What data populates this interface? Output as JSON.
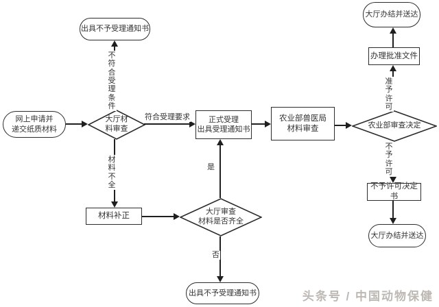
{
  "flowchart": {
    "nodes": {
      "start": "网上申请并\n递交纸质材料",
      "reject_notice_top": "出具不予受理通知书",
      "hall_material_review": "大厅材\n料审查",
      "formal_acceptance": "正式受理\n出具受理通知书",
      "moa_vet_bureau_review": "农业部兽医局\n材料审查",
      "moa_review_decision": "农业部审查决定",
      "process_approval_doc": "办理批准文件",
      "hall_complete_deliver_top": "大厅办结并送达",
      "denial_decision_doc": "不予许可决定书",
      "hall_complete_deliver_bottom": "大厅办结并送达",
      "material_supplement": "材料补正",
      "hall_check_materials": "大厅审查\n材料是否齐全",
      "reject_notice_bottom": "出具不予受理通知书"
    },
    "edge_labels": {
      "not_meet_acceptance": "不符合受理条件",
      "meet_acceptance": "符合受理要求",
      "materials_incomplete": "材料不全",
      "granted": "准予许可",
      "denied": "不予许可",
      "yes": "是",
      "no": "否"
    }
  },
  "watermark": {
    "text": "头条号 / 中国动物保健"
  },
  "colors": {
    "background": "#ffffff",
    "line": "#1f1f1f",
    "text": "#333333",
    "watermark": "#bdb8b3"
  }
}
